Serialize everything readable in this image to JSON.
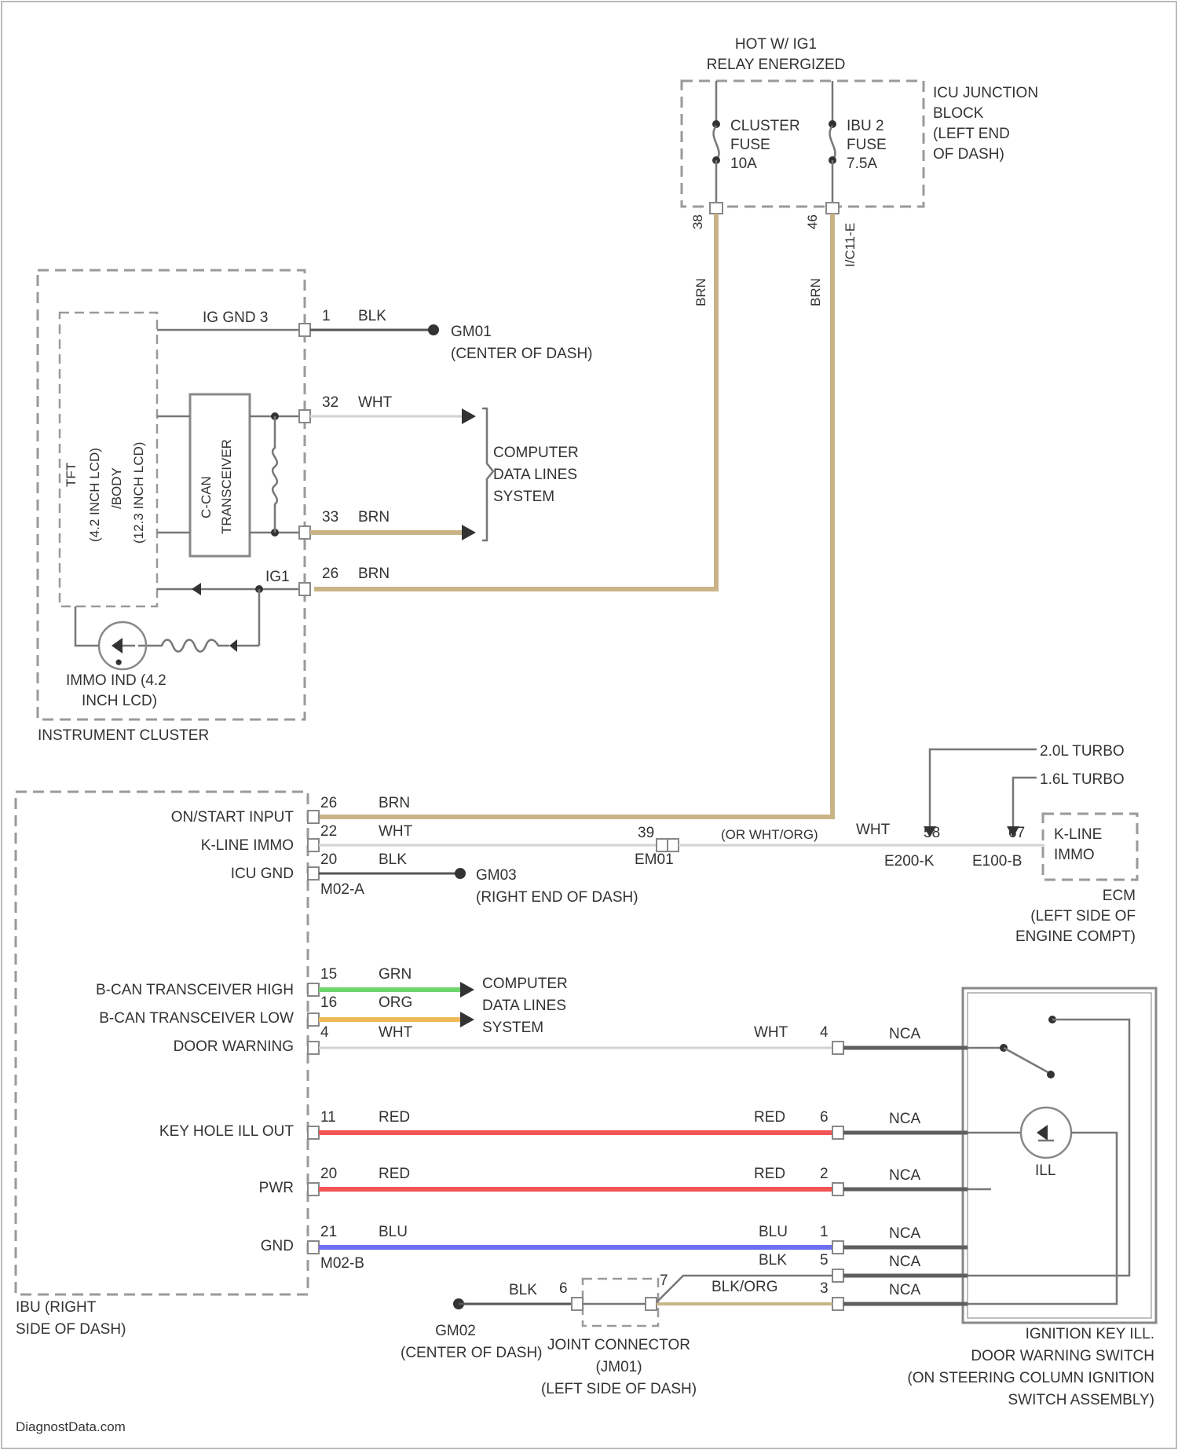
{
  "fuse_block": {
    "hot_label": [
      "HOT W/ IG1",
      "RELAY ENERGIZED"
    ],
    "fuse1": [
      "CLUSTER",
      "FUSE",
      "10A"
    ],
    "fuse2": [
      "IBU 2",
      "FUSE",
      "7.5A"
    ],
    "block_name": [
      "ICU JUNCTION",
      "BLOCK",
      "(LEFT END",
      "OF DASH)"
    ],
    "pin_left": "38",
    "pin_right": "46",
    "conn_right": "I/C11-E",
    "wire_left": "BRN",
    "wire_right": "BRN"
  },
  "cluster": {
    "name": "INSTRUMENT CLUSTER",
    "vert_labels": [
      "TFT",
      "(4.2 INCH LCD)",
      "/BODY",
      "(12.3 INCH LCD)"
    ],
    "transceiver": [
      "C-CAN",
      "TRANSCEIVER"
    ],
    "ig_gnd": "IG GND 3",
    "ig1": "IG1",
    "immo": [
      "IMMO IND (4.2",
      "INCH LCD)"
    ],
    "pin1": "1",
    "wire1": "BLK",
    "ground1": [
      "GM01",
      "(CENTER OF DASH)"
    ],
    "pin32": "32",
    "wire32": "WHT",
    "pin33": "33",
    "wire33": "BRN",
    "pin26": "26",
    "wire26": "BRN",
    "data_lines": [
      "COMPUTER",
      "DATA LINES",
      "SYSTEM"
    ]
  },
  "ibu": {
    "name": [
      "IBU (RIGHT",
      "SIDE OF DASH)"
    ],
    "signals": [
      "ON/START INPUT",
      "K-LINE IMMO",
      "ICU GND",
      "B-CAN TRANSCEIVER HIGH",
      "B-CAN TRANSCEIVER LOW",
      "DOOR WARNING",
      "KEY HOLE ILL OUT",
      "PWR",
      "GND"
    ],
    "pins": [
      "26",
      "22",
      "20",
      "15",
      "16",
      "4",
      "11",
      "20",
      "21"
    ],
    "wires": [
      "BRN",
      "WHT",
      "BLK",
      "GRN",
      "ORG",
      "WHT",
      "RED",
      "RED",
      "BLU"
    ],
    "conn_a": "M02-A",
    "conn_b": "M02-B",
    "ground2": [
      "GM03",
      "(RIGHT END OF DASH)"
    ],
    "data_lines": [
      "COMPUTER",
      "DATA LINES",
      "SYSTEM"
    ]
  },
  "ecm": {
    "variant1": "2.0L TURBO",
    "variant2": "1.6L TURBO",
    "pin_em01": "39",
    "em01": "EM01",
    "alt_wire": "(OR WHT/ORG)",
    "wire": "WHT",
    "pin58": "58",
    "conn1": "E200-K",
    "pin67": "67",
    "conn2": "E100-B",
    "kline": [
      "K-LINE",
      "IMMO"
    ],
    "name": [
      "ECM",
      "(LEFT SIDE OF",
      "ENGINE COMPT)"
    ]
  },
  "switch": {
    "name": [
      "IGNITION KEY ILL.",
      "DOOR WARNING SWITCH",
      "(ON STEERING COLUMN IGNITION",
      "SWITCH ASSEMBLY)"
    ],
    "ill": "ILL",
    "rows": [
      {
        "left_wire": "WHT",
        "pin": "4",
        "nca": "NCA"
      },
      {
        "left_wire": "RED",
        "pin": "6",
        "nca": "NCA"
      },
      {
        "left_wire": "RED",
        "pin": "2",
        "nca": "NCA"
      },
      {
        "left_wire": "BLU",
        "pin": "1",
        "nca": "NCA"
      },
      {
        "left_wire": "BLK",
        "pin": "5",
        "nca": "NCA"
      },
      {
        "left_wire": "",
        "pin": "3",
        "nca": "NCA"
      }
    ],
    "blk_org": "BLK/ORG"
  },
  "joint": {
    "ground": [
      "GM02",
      "(CENTER OF DASH)"
    ],
    "wire": "BLK",
    "pin_a": "6",
    "pin_b": "7",
    "name": [
      "JOINT CONNECTOR",
      "(JM01)",
      "(LEFT SIDE OF DASH)"
    ]
  },
  "footer": "DiagnostData.com"
}
